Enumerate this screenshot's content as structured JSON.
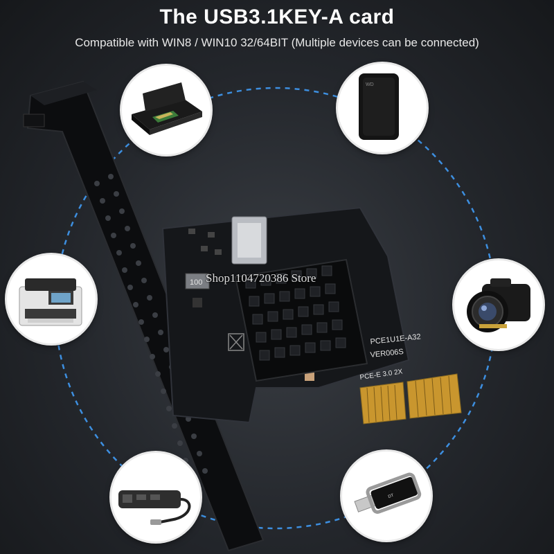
{
  "header": {
    "title": "The USB3.1KEY-A card",
    "subtitle": "Compatible with WIN8 / WIN10 32/64BIT (Multiple devices can be connected)"
  },
  "card": {
    "model_label": "PCE1U1E-A32",
    "version_label": "VER006S",
    "bus_label": "PCE-E 3.0 2X",
    "inductor_label": "100"
  },
  "watermark": "Shop1104720386 Store",
  "devices": [
    "scanner",
    "external-hard-drive",
    "printer",
    "camera",
    "usb-hub",
    "usb-flash-drive"
  ]
}
